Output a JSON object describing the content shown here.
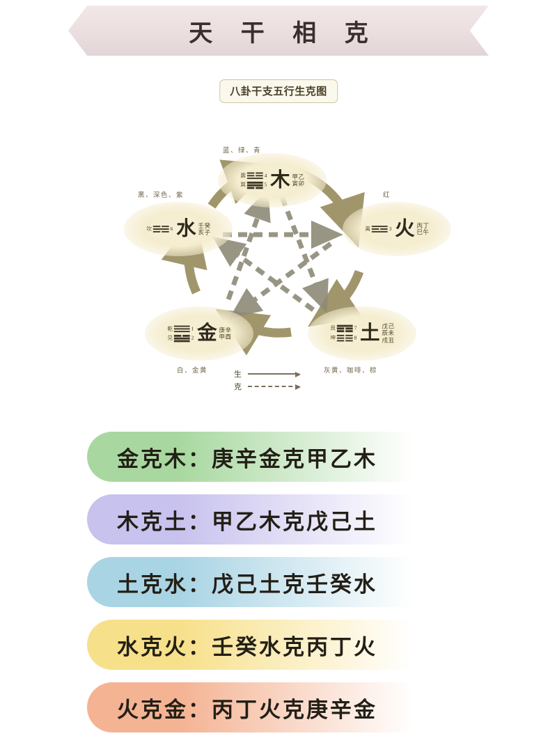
{
  "banner": {
    "title": "天 干 相 克"
  },
  "diagram": {
    "title": "八卦干支五行生克图",
    "nodes": [
      {
        "element": "木",
        "caption": "蓝、绿、青",
        "stems_top": "甲乙",
        "stems_bottom": "寅卯",
        "trigrams": [
          {
            "name": "震",
            "num": "4",
            "lines": [
              "broken",
              "broken",
              "solid"
            ]
          },
          {
            "name": "巽",
            "num": "5",
            "lines": [
              "solid",
              "solid",
              "broken"
            ]
          }
        ]
      },
      {
        "element": "火",
        "caption": "红",
        "stems_top": "丙丁",
        "stems_bottom": "巳午",
        "trigrams": [
          {
            "name": "离",
            "num": "3",
            "lines": [
              "solid",
              "broken",
              "solid"
            ]
          }
        ]
      },
      {
        "element": "土",
        "caption": "灰黄、咖啡、棕",
        "stems_top": "戊己",
        "stems_mid": "辰未",
        "stems_bottom": "戌丑",
        "trigrams": [
          {
            "name": "艮",
            "num": "7",
            "lines": [
              "solid",
              "broken",
              "broken"
            ]
          },
          {
            "name": "坤",
            "num": "8",
            "lines": [
              "broken",
              "broken",
              "broken"
            ]
          }
        ]
      },
      {
        "element": "金",
        "caption": "白、金黄",
        "stems_top": "庚辛",
        "stems_bottom": "申酉",
        "trigrams": [
          {
            "name": "乾",
            "num": "1",
            "lines": [
              "solid",
              "solid",
              "solid"
            ]
          },
          {
            "name": "兑",
            "num": "2",
            "lines": [
              "broken",
              "solid",
              "solid"
            ]
          }
        ]
      },
      {
        "element": "水",
        "caption": "黑、深色、紫",
        "stems_top": "壬癸",
        "stems_bottom": "亥子",
        "trigrams": [
          {
            "name": "坎",
            "num": "6",
            "lines": [
              "broken",
              "solid",
              "broken"
            ]
          }
        ]
      }
    ],
    "legend": {
      "generate_label": "生",
      "overcome_label": "克"
    },
    "colors": {
      "node_fill": "#f5edcf",
      "arrow_generate": "#9c9164",
      "arrow_overcome": "#8f8a77",
      "title_border": "#cfc49f"
    }
  },
  "rules": [
    {
      "text": "金克木：庚辛金克甲乙木",
      "color": "#a8d8a0",
      "name": "rule-metal-overcomes-wood"
    },
    {
      "text": "木克土：甲乙木克戊己土",
      "color": "#c8c2ee",
      "name": "rule-wood-overcomes-earth"
    },
    {
      "text": "土克水：戊己土克壬癸水",
      "color": "#a9d4e4",
      "name": "rule-earth-overcomes-water"
    },
    {
      "text": "水克火：壬癸水克丙丁火",
      "color": "#f7e08a",
      "name": "rule-water-overcomes-fire"
    },
    {
      "text": "火克金：丙丁火克庚辛金",
      "color": "#f4b393",
      "name": "rule-fire-overcomes-metal"
    }
  ]
}
